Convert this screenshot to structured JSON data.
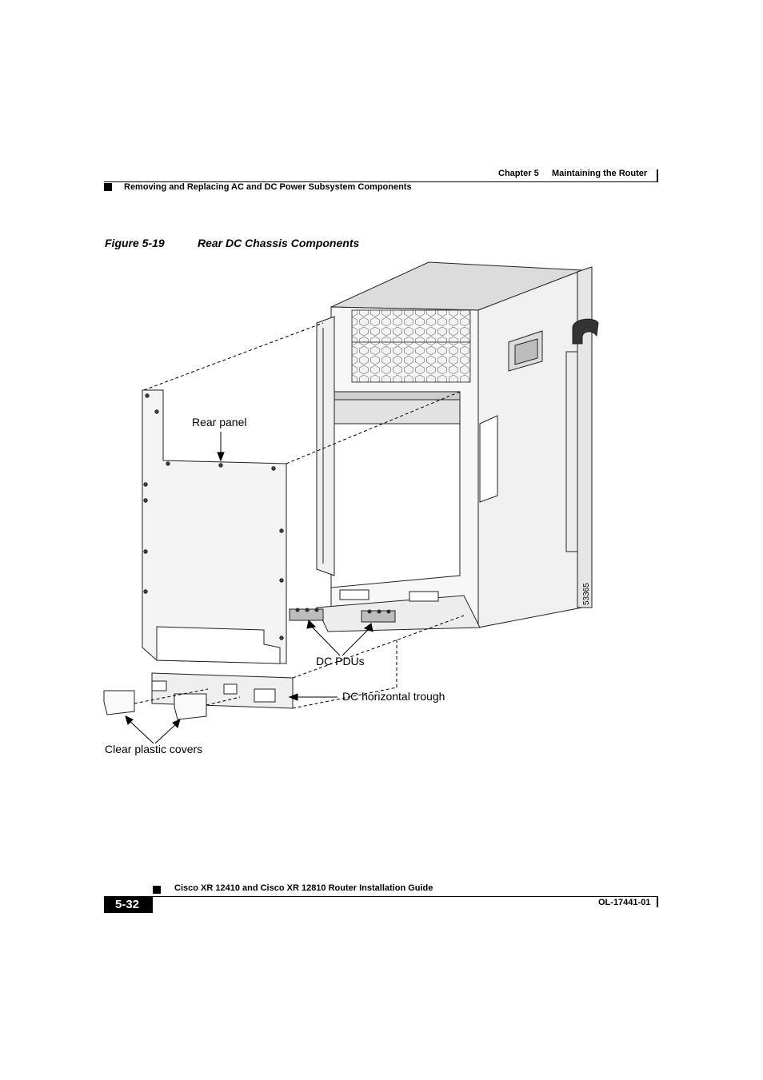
{
  "header": {
    "chapter": "Chapter 5",
    "chapter_title": "Maintaining the Router",
    "section": "Removing and Replacing AC and DC Power Subsystem Components"
  },
  "figure": {
    "number": "Figure 5-19",
    "title": "Rear DC Chassis Components",
    "labels": {
      "rear_panel": "Rear panel",
      "dc_pdus": "DC PDUs",
      "dc_trough": "DC horizontal trough",
      "plastic_covers": "Clear plastic covers",
      "art_id": "53365"
    }
  },
  "footer": {
    "guide_title": "Cisco XR 12410 and Cisco XR 12810 Router Installation Guide",
    "page_number": "5-32",
    "doc_id": "OL-17441-01"
  },
  "colors": {
    "chassis_top": "#d9d9d9",
    "chassis_side": "#eeeeee",
    "grille": "#cfcfcf",
    "page_tab": "#000000"
  }
}
